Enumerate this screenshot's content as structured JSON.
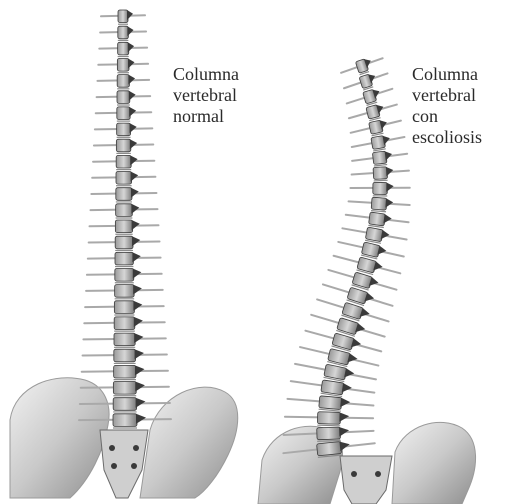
{
  "labels": {
    "normal": [
      "Columna",
      "vertebral",
      "normal"
    ],
    "scoliosis": [
      "Columna",
      "vertebral",
      "con",
      "escoliosis"
    ]
  },
  "colors": {
    "bone_light": "#e8e8e8",
    "bone_mid": "#a9a9a9",
    "bone_dark": "#3a3a3a",
    "disc": "#8a8a8a",
    "text": "#2a2a2a"
  }
}
